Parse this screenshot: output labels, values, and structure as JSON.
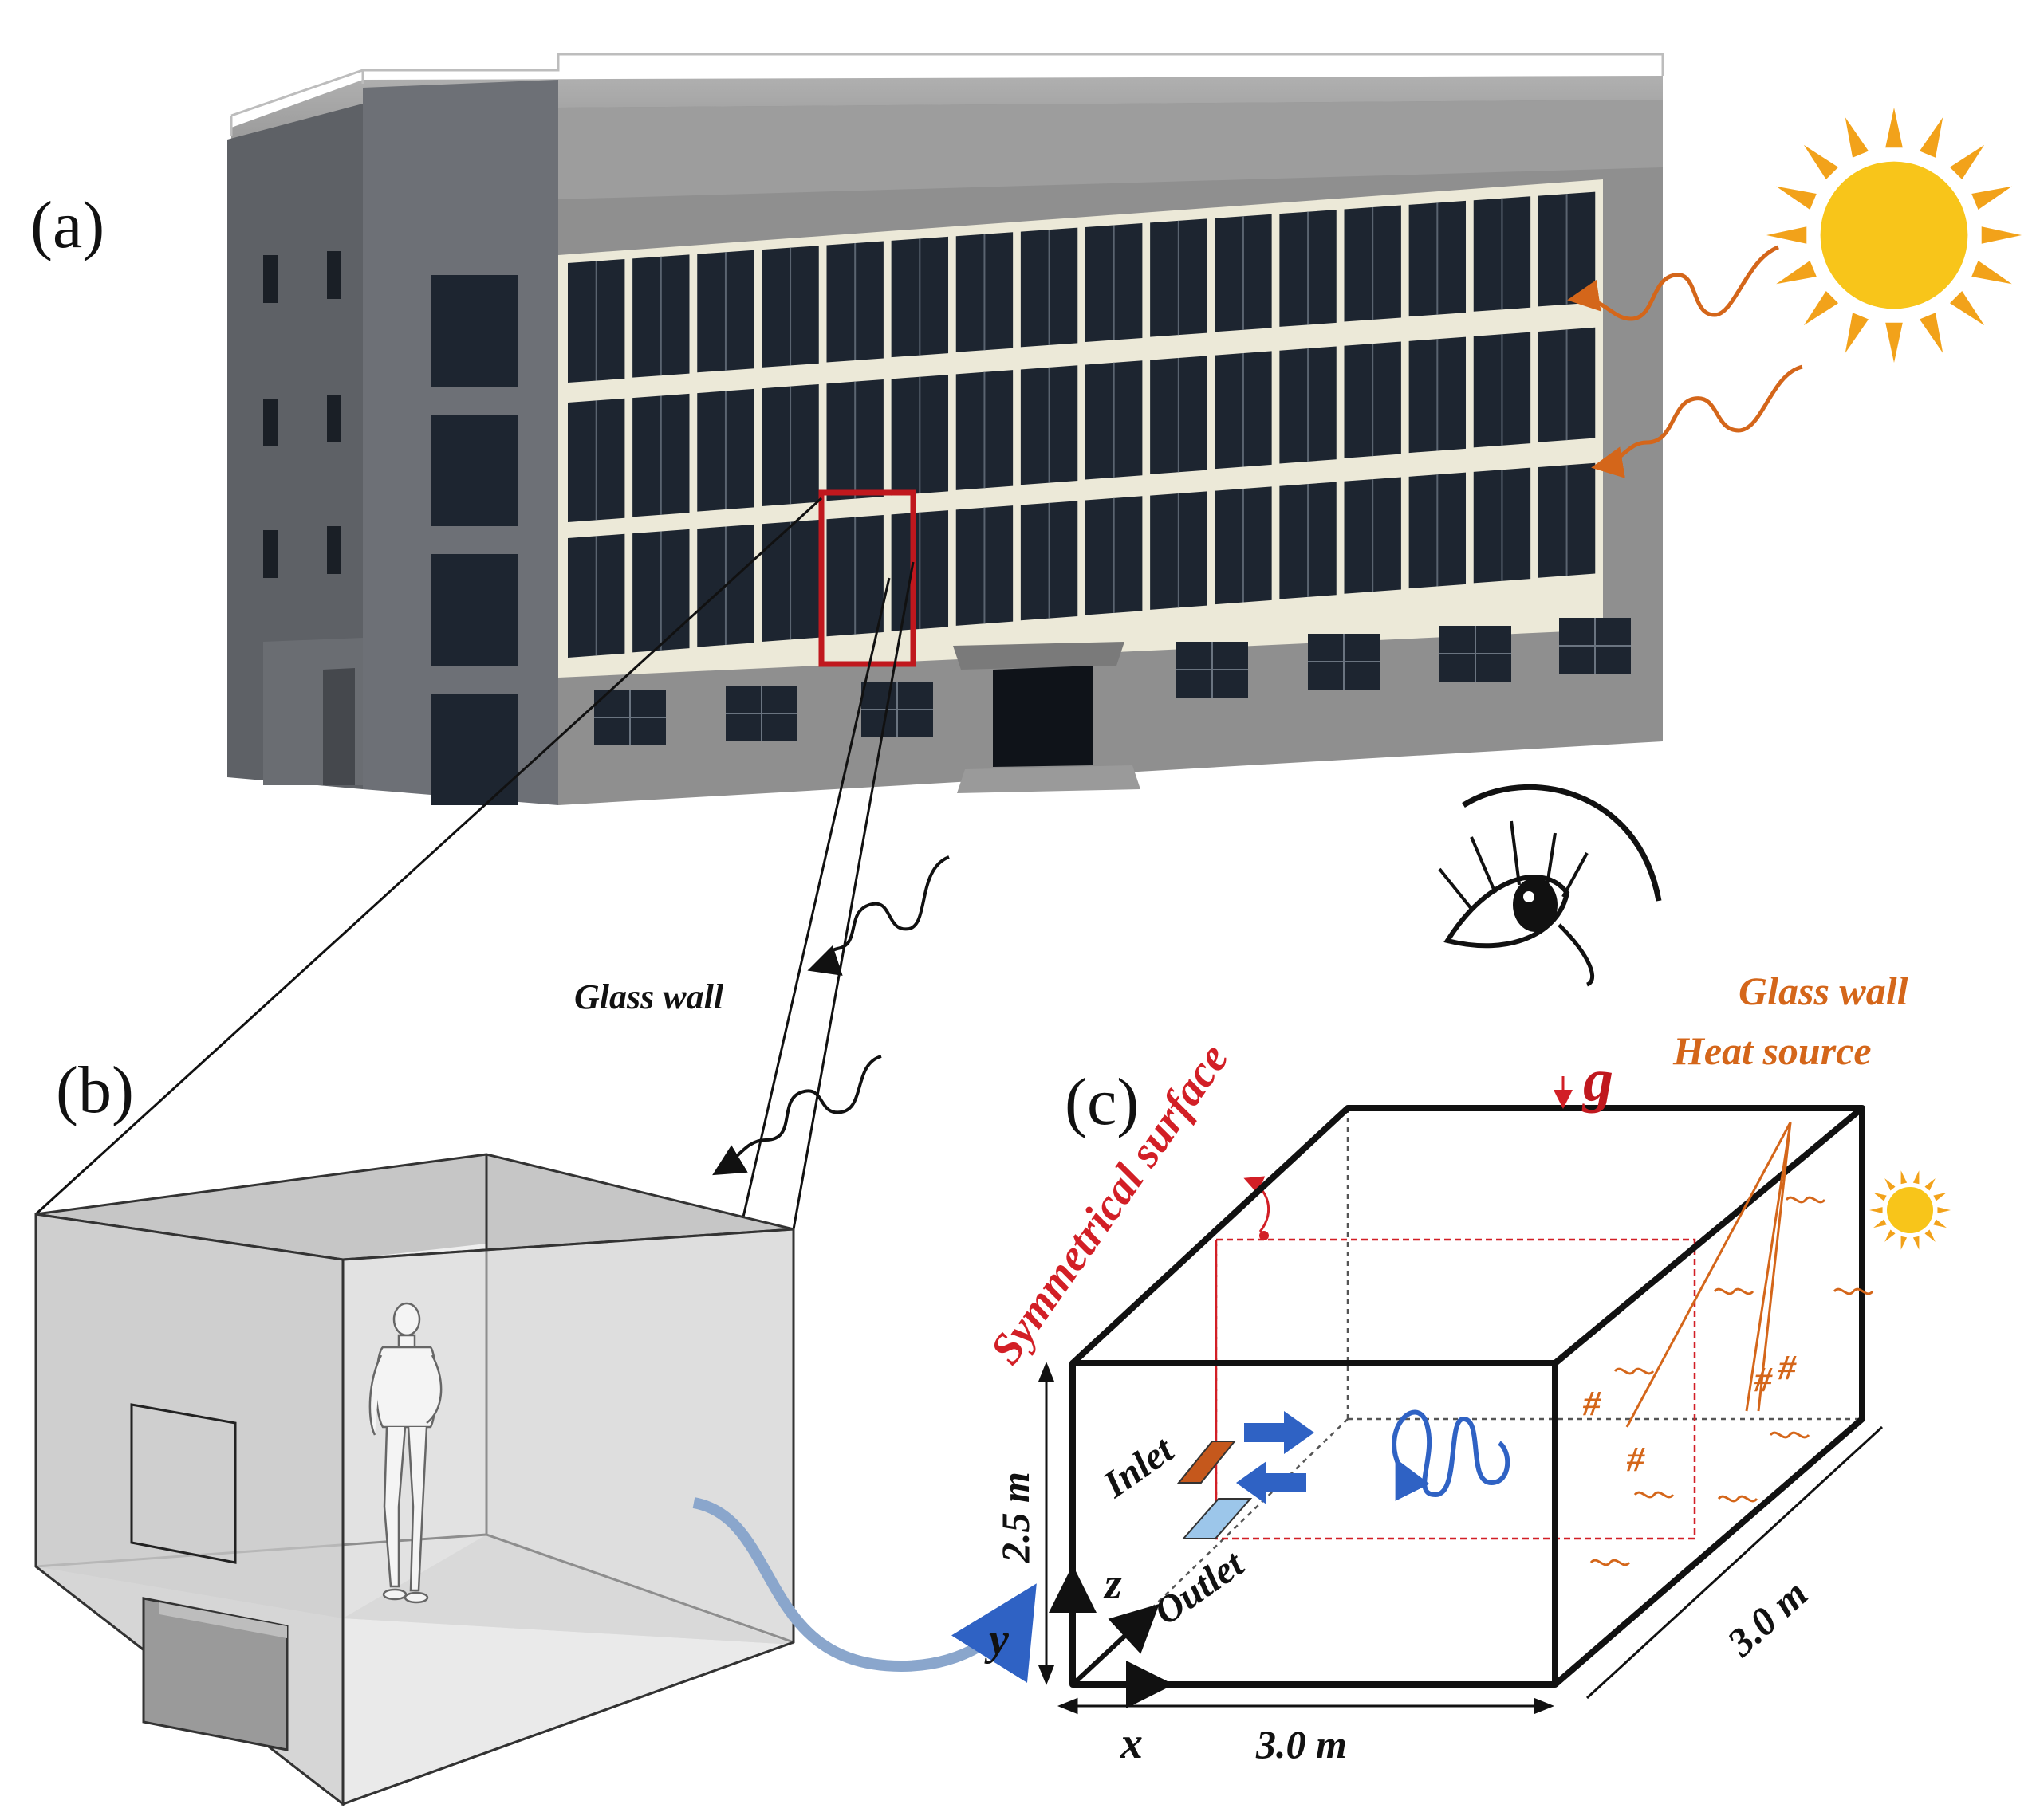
{
  "panels": {
    "a": "(a)",
    "b": "(b)",
    "c": "(c)"
  },
  "labels": {
    "glass_wall_b": "Glass wall",
    "symmetrical_surface": "Symmetrical surface",
    "gravity": "g",
    "glass_wall_c": "Glass wall",
    "heat_source": "Heat source",
    "inlet": "Inlet",
    "outlet": "Outlet",
    "height": "2.5 m",
    "width_x": "3.0 m",
    "depth_z": "3.0 m",
    "axis_x": "x",
    "axis_y": "y",
    "axis_z": "z"
  },
  "colors": {
    "building_wall": "#8f8f8f",
    "building_side": "#5e6166",
    "window_glass": "#1d2530",
    "window_band": "#ece9d8",
    "highlight_box": "#c0181e",
    "sun_core": "#f8c51a",
    "sun_ray": "#f2a21a",
    "radiation": "#d4661a",
    "symmetry_red": "#d21f26",
    "annotation_orange": "#d4661a",
    "flow_blue": "#2f62c4",
    "inlet_fill": "#c5581c",
    "outlet_fill": "#9cc6ea",
    "room_gray": "#d6d6d6",
    "curve_arrow": "#8aa6cc"
  },
  "icons": [
    "sun-icon",
    "eye-icon",
    "person-icon",
    "gravity-arrow-icon"
  ]
}
